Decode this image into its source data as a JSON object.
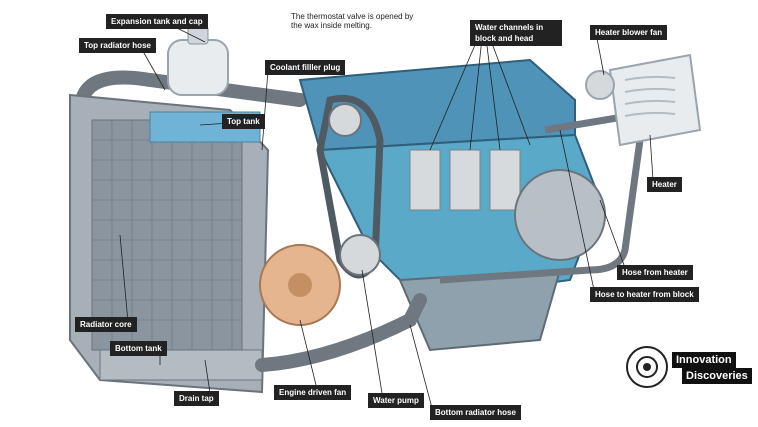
{
  "labels": {
    "expansion_tank": "Expansion tank and cap",
    "top_radiator_hose": "Top radiator hose",
    "coolant_filler_plug": "Coolant filller plug",
    "top_tank": "Top tank",
    "water_channels": "Water channels in block and head",
    "heater_blower_fan": "Heater blower fan",
    "heater": "Heater",
    "hose_from_heater": "Hose from heater",
    "hose_to_heater": "Hose to heater from block",
    "radiator_core": "Radiator core",
    "bottom_tank": "Bottom tank",
    "drain_tap": "Drain tap",
    "engine_driven_fan": "Engine driven fan",
    "water_pump": "Water pump",
    "bottom_radiator_hose": "Bottom radiator hose"
  },
  "thermostat_note": "The thermostat valve is opened by the wax inside melting.",
  "brand": {
    "line1": "Innovation",
    "line2": "Discoveries"
  },
  "colors": {
    "radiator": "#8a95a0",
    "engine_block": "#5aa9c8",
    "head": "#4f93b8",
    "hose": "#6f7780",
    "label_bg": "#222222"
  }
}
